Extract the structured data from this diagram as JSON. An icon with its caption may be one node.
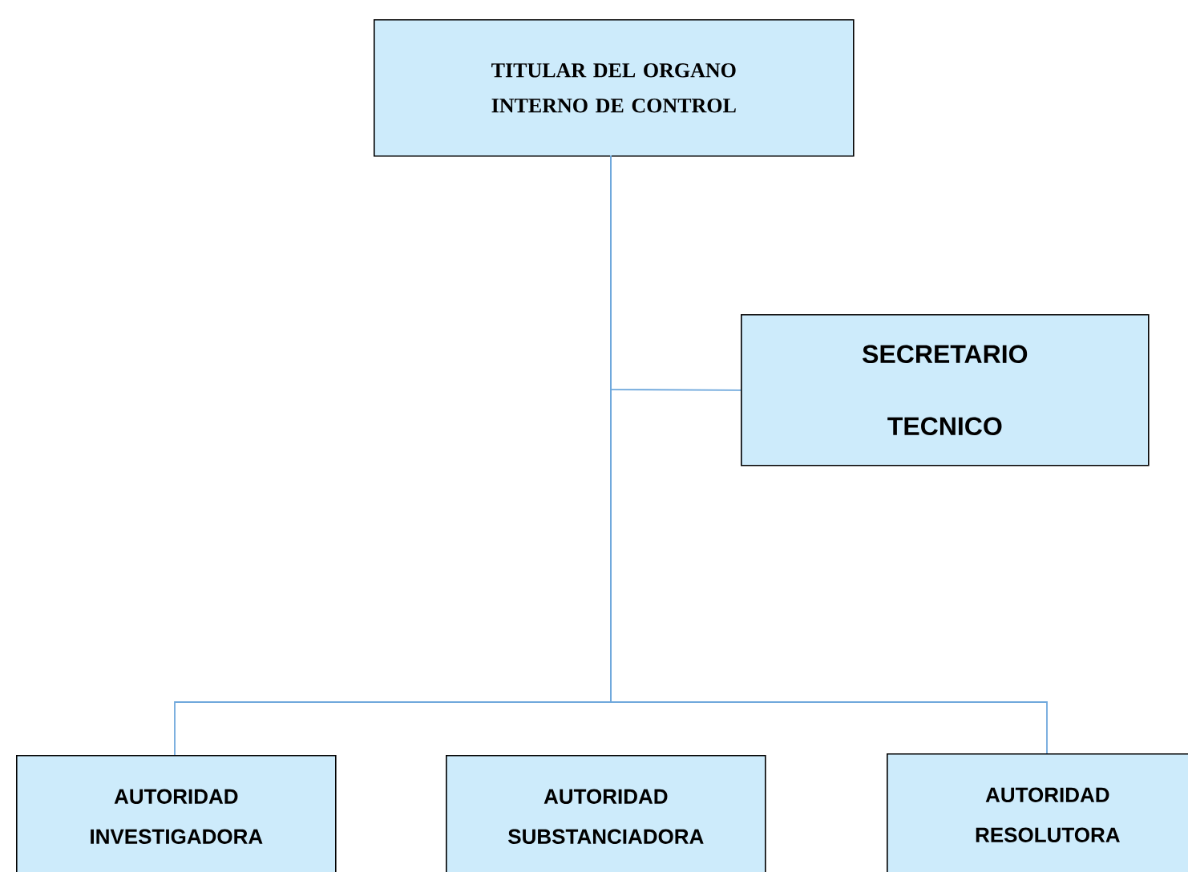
{
  "diagram": {
    "nodes": [
      {
        "text": [
          "TITULAR DEL ORGANO INTERNO DE CONTROL"
        ]
      },
      {
        "text": [
          "SECRETARIO TECNICO"
        ]
      },
      {
        "text": [
          "AUTORIDAD INVESTIGADORA"
        ]
      },
      {
        "text": [
          "AUTORIDAD SUBSTANCIADORA"
        ]
      },
      {
        "text": [
          "AUTORIDAD RESOLUTORA"
        ]
      }
    ],
    "edges": [
      {
        "from": 0,
        "to": 1,
        "arrow": "none"
      },
      {
        "from": 0,
        "to": 2,
        "arrow": "none"
      },
      {
        "from": 0,
        "to": 4,
        "arrow": "none"
      }
    ]
  }
}
